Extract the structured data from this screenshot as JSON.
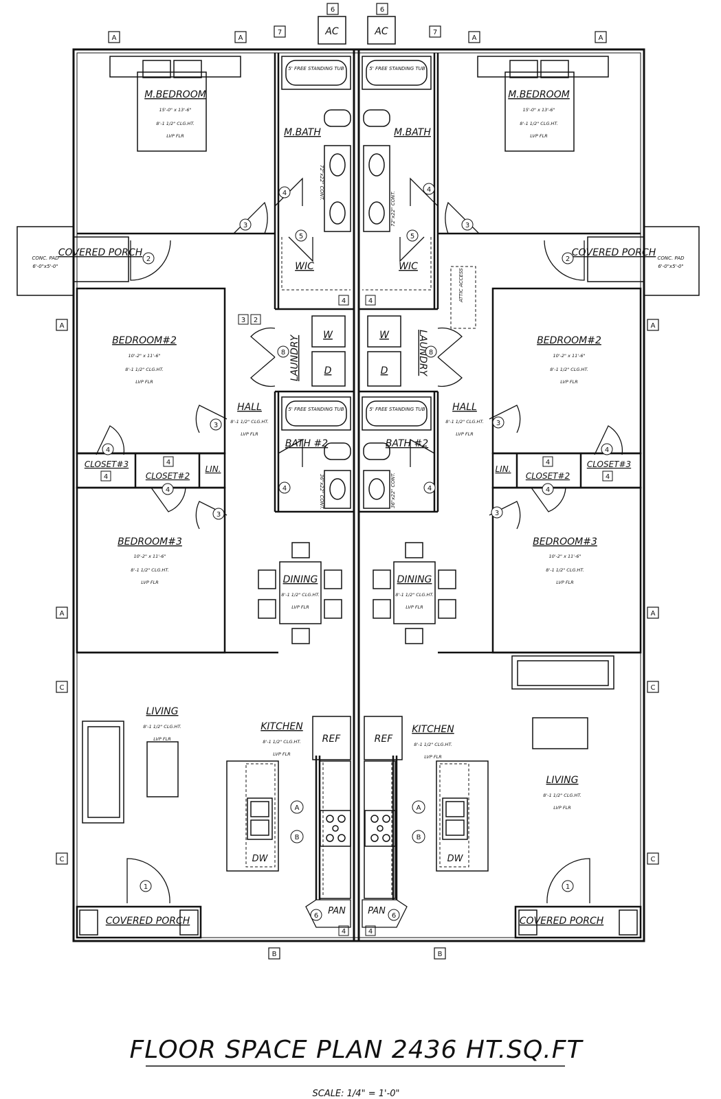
{
  "title": "FLOOR SPACE PLAN 2436 HT.SQ.FT",
  "scale": "SCALE: 1/4\" = 1'-0\"",
  "left_unit": {
    "master_bedroom": {
      "name": "M.BEDROOM",
      "size": "15'-0\" x 13'-6\"",
      "ceiling": "8'-1 1/2\" CLG.HT.",
      "floor": "LVP FLR"
    },
    "master_bath": "M.BATH",
    "wic": "WIC",
    "tub": "5' FREE STANDING TUB",
    "vanity": "72\"x22\" CONT.",
    "covered_porch_side": "COVERED PORCH",
    "conc_pad": "CONC. PAD",
    "conc_pad_size": "6'-0\"x5'-0\"",
    "laundry": "LAUNDRY",
    "washer": "W",
    "dryer": "D",
    "bedroom2": {
      "name": "BEDROOM#2",
      "size": "10'-2\" x 11'-6\"",
      "ceiling": "8'-1 1/2\" CLG.HT.",
      "floor": "LVP FLR"
    },
    "hall": {
      "name": "HALL",
      "ceiling": "8'-1 1/2\" CLG.HT.",
      "floor": "LVP FLR"
    },
    "bath2": "BATH #2",
    "tub2": "5' FREE STANDING TUB",
    "vanity2": "36\"x22\" CONT.",
    "closet3": "CLOSET#3",
    "closet2": "CLOSET#2",
    "lin": "LIN.",
    "bedroom3": {
      "name": "BEDROOM#3",
      "size": "10'-2\" x 11'-6\"",
      "ceiling": "8'-1 1/2\" CLG.HT.",
      "floor": "LVP FLR"
    },
    "dining": {
      "name": "DINING",
      "ceiling": "8'-1 1/2\" CLG.HT.",
      "floor": "LVP FLR"
    },
    "living": {
      "name": "LIVING",
      "ceiling": "8'-1 1/2\" CLG.HT.",
      "floor": "LVP FLR"
    },
    "kitchen": {
      "name": "KITCHEN",
      "ceiling": "8'-1 1/2\" CLG.HT.",
      "floor": "LVP FLR"
    },
    "ref": "REF",
    "dw": "DW",
    "pan": "PAN",
    "covered_porch_front": "COVERED PORCH"
  },
  "right_unit": {
    "master_bedroom": {
      "name": "M.BEDROOM",
      "size": "15'-0\" x 13'-6\"",
      "ceiling": "8'-1 1/2\" CLG.HT.",
      "floor": "LVP FLR"
    },
    "master_bath": "M.BATH",
    "wic": "WIC",
    "tub": "5' FREE STANDING TUB",
    "vanity": "72\"x22\" CONT.",
    "covered_porch_side": "COVERED PORCH",
    "conc_pad": "CONC. PAD",
    "conc_pad_size": "6'-0\"x5'-0\"",
    "laundry": "LAUNDRY",
    "washer": "W",
    "dryer": "D",
    "attic_access": "ATTIC ACCESS",
    "bedroom2": {
      "name": "BEDROOM#2",
      "size": "10'-2\" x 11'-6\"",
      "ceiling": "8'-1 1/2\" CLG.HT.",
      "floor": "LVP FLR"
    },
    "hall": {
      "name": "HALL",
      "ceiling": "8'-1 1/2\" CLG.HT.",
      "floor": "LVP FLR"
    },
    "bath2": "BATH #2",
    "tub2": "5' FREE STANDING TUB",
    "vanity2": "36\"x22\" CONT.",
    "closet3": "CLOSET#3",
    "closet2": "CLOSET#2",
    "lin": "LIN.",
    "bedroom3": {
      "name": "BEDROOM#3",
      "size": "10'-2\" x 11'-6\"",
      "ceiling": "8'-1 1/2\" CLG.HT.",
      "floor": "LVP FLR"
    },
    "dining": {
      "name": "DINING",
      "ceiling": "8'-1 1/2\" CLG.HT.",
      "floor": "LVP FLR"
    },
    "living": {
      "name": "LIVING",
      "ceiling": "8'-1 1/2\" CLG.HT.",
      "floor": "LVP FLR"
    },
    "kitchen": {
      "name": "KITCHEN",
      "ceiling": "8'-1 1/2\" CLG.HT.",
      "floor": "LVP FLR"
    },
    "ref": "REF",
    "dw": "DW",
    "pan": "PAN",
    "covered_porch_front": "COVERED PORCH"
  },
  "tags": {
    "ac": "AC",
    "a": "A",
    "b": "B",
    "c": "C",
    "n1": "1",
    "n2": "2",
    "n3": "3",
    "n4": "4",
    "n5": "5",
    "n6": "6",
    "n7": "7",
    "n8": "8"
  }
}
